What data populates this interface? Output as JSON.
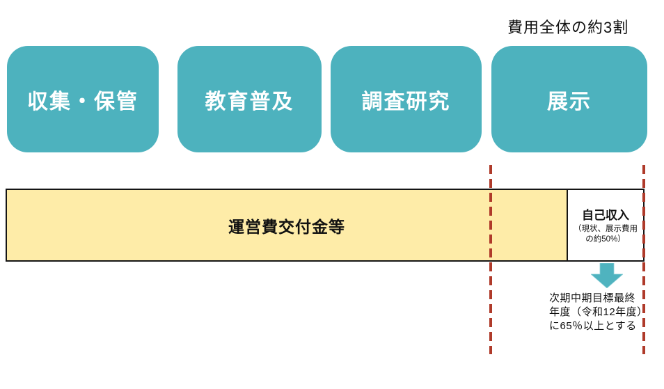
{
  "annotation_top": "費用全体の約3割",
  "function_boxes": [
    {
      "label": "収集・保管"
    },
    {
      "label": "教育普及"
    },
    {
      "label": "調査研究"
    },
    {
      "label": "展示"
    }
  ],
  "funding_bar": {
    "operating_grant_label": "運営費交付金等",
    "self_income": {
      "title": "自己収入",
      "note_line1": "（現状、展示費用",
      "note_line2": "の約50%）"
    }
  },
  "future_target_note": {
    "line1": "次期中期目標最終",
    "line2": "年度（令和12年度）",
    "line3": "に65％以上とする"
  },
  "icons": {
    "down_arrow": "down-arrow"
  },
  "colors": {
    "box_teal": "#4DB2BE",
    "box_label_white": "#FFFFFF",
    "bar_yellow": "#FEECA8",
    "bar_border_black": "#151515",
    "dashed_line_red": "#AF3A2A",
    "arrow_teal": "#4FB3BF",
    "text_black": "#111111"
  }
}
